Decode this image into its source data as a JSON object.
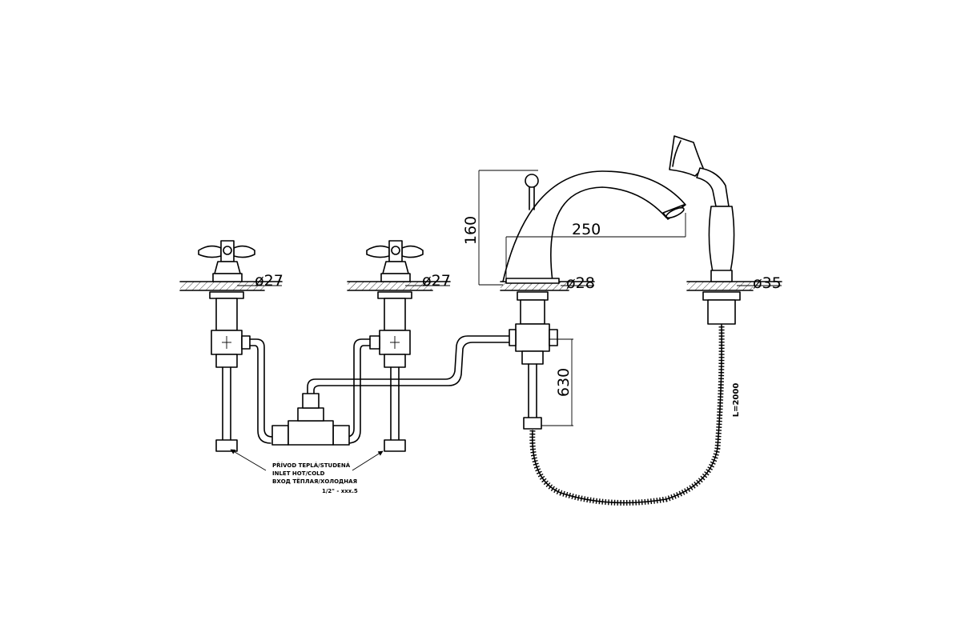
{
  "dimensions": {
    "left_valve_diameter": "ø27",
    "right_valve_diameter": "ø27",
    "spout_height": "160",
    "spout_reach": "250",
    "spout_diameter": "ø28",
    "handshower_diameter": "ø35",
    "mixer_depth": "630",
    "hose_length": "L=2000"
  },
  "inlet_note": {
    "line1": "PŘÍVOD TEPLÁ/STUDENÁ",
    "line2": "INLET HOT/COLD",
    "line3": "ВХОД ТЁПЛАЯ/ХОЛОДНАЯ",
    "size": "1/2\" - xxx.5"
  }
}
